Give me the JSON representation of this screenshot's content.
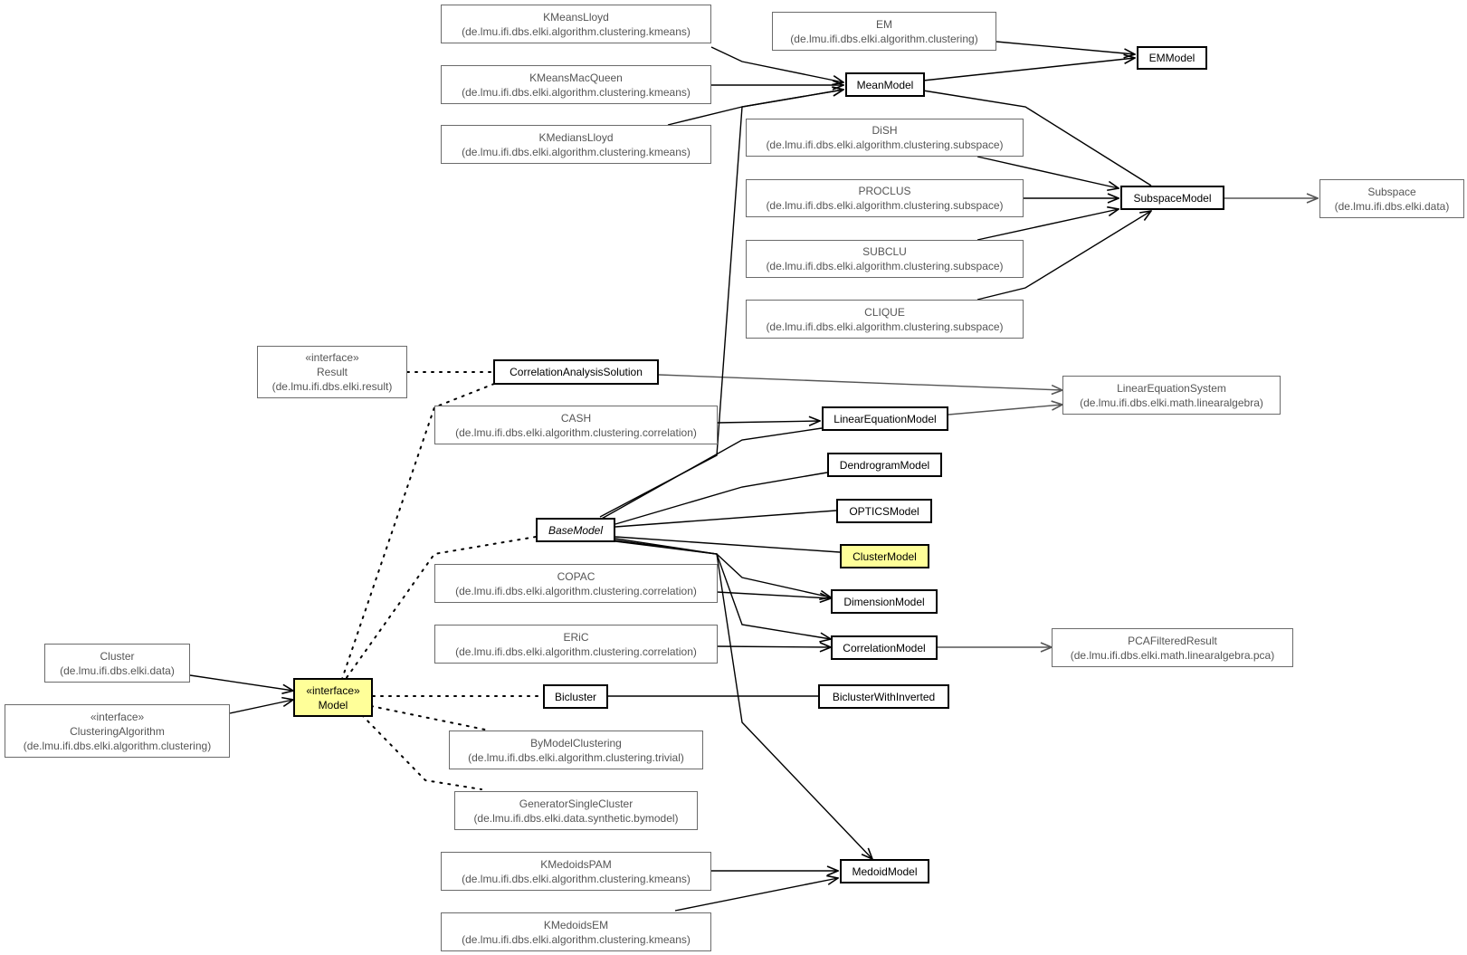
{
  "colors": {
    "highlight": "#ffff99",
    "main_border": "#000000",
    "external_border": "#6b6b6b",
    "external_text": "#555555"
  },
  "nodes": {
    "kmeanslloyd": {
      "stereo": "",
      "name": "KMeansLloyd",
      "pkg": "(de.lmu.ifi.dbs.elki.algorithm.clustering.kmeans)"
    },
    "kmeansmacqueen": {
      "stereo": "",
      "name": "KMeansMacQueen",
      "pkg": "(de.lmu.ifi.dbs.elki.algorithm.clustering.kmeans)"
    },
    "kmedianslloyd": {
      "stereo": "",
      "name": "KMediansLloyd",
      "pkg": "(de.lmu.ifi.dbs.elki.algorithm.clustering.kmeans)"
    },
    "em": {
      "stereo": "",
      "name": "EM",
      "pkg": "(de.lmu.ifi.dbs.elki.algorithm.clustering)"
    },
    "emmodel": {
      "stereo": "",
      "name": "EMModel",
      "pkg": ""
    },
    "meanmodel": {
      "stereo": "",
      "name": "MeanModel",
      "pkg": ""
    },
    "dish": {
      "stereo": "",
      "name": "DiSH",
      "pkg": "(de.lmu.ifi.dbs.elki.algorithm.clustering.subspace)"
    },
    "proclus": {
      "stereo": "",
      "name": "PROCLUS",
      "pkg": "(de.lmu.ifi.dbs.elki.algorithm.clustering.subspace)"
    },
    "subclu": {
      "stereo": "",
      "name": "SUBCLU",
      "pkg": "(de.lmu.ifi.dbs.elki.algorithm.clustering.subspace)"
    },
    "clique": {
      "stereo": "",
      "name": "CLIQUE",
      "pkg": "(de.lmu.ifi.dbs.elki.algorithm.clustering.subspace)"
    },
    "subspacemodel": {
      "stereo": "",
      "name": "SubspaceModel",
      "pkg": ""
    },
    "subspace": {
      "stereo": "",
      "name": "Subspace",
      "pkg": "(de.lmu.ifi.dbs.elki.data)"
    },
    "result": {
      "stereo": "«interface»",
      "name": "Result",
      "pkg": "(de.lmu.ifi.dbs.elki.result)"
    },
    "correlationanalysissolution": {
      "stereo": "",
      "name": "CorrelationAnalysisSolution",
      "pkg": ""
    },
    "linearequationsystem": {
      "stereo": "",
      "name": "LinearEquationSystem",
      "pkg": "(de.lmu.ifi.dbs.elki.math.linearalgebra)"
    },
    "cash": {
      "stereo": "",
      "name": "CASH",
      "pkg": "(de.lmu.ifi.dbs.elki.algorithm.clustering.correlation)"
    },
    "linearequationmodel": {
      "stereo": "",
      "name": "LinearEquationModel",
      "pkg": ""
    },
    "dendrogrammodel": {
      "stereo": "",
      "name": "DendrogramModel",
      "pkg": ""
    },
    "opticsmodel": {
      "stereo": "",
      "name": "OPTICSModel",
      "pkg": ""
    },
    "basemodel": {
      "stereo": "",
      "name": "BaseModel",
      "pkg": ""
    },
    "clustermodel": {
      "stereo": "",
      "name": "ClusterModel",
      "pkg": ""
    },
    "copac": {
      "stereo": "",
      "name": "COPAC",
      "pkg": "(de.lmu.ifi.dbs.elki.algorithm.clustering.correlation)"
    },
    "dimensionmodel": {
      "stereo": "",
      "name": "DimensionModel",
      "pkg": ""
    },
    "eric": {
      "stereo": "",
      "name": "ERiC",
      "pkg": "(de.lmu.ifi.dbs.elki.algorithm.clustering.correlation)"
    },
    "correlationmodel": {
      "stereo": "",
      "name": "CorrelationModel",
      "pkg": ""
    },
    "pcafilteredresult": {
      "stereo": "",
      "name": "PCAFilteredResult",
      "pkg": "(de.lmu.ifi.dbs.elki.math.linearalgebra.pca)"
    },
    "cluster": {
      "stereo": "",
      "name": "Cluster",
      "pkg": "(de.lmu.ifi.dbs.elki.data)"
    },
    "model": {
      "stereo": "«interface»",
      "name": "Model",
      "pkg": ""
    },
    "bicluster": {
      "stereo": "",
      "name": "Bicluster",
      "pkg": ""
    },
    "biclusterwithinverted": {
      "stereo": "",
      "name": "BiclusterWithInverted",
      "pkg": ""
    },
    "clusteringalgorithm": {
      "stereo": "«interface»",
      "name": "ClusteringAlgorithm",
      "pkg": "(de.lmu.ifi.dbs.elki.algorithm.clustering)"
    },
    "bymodelclustering": {
      "stereo": "",
      "name": "ByModelClustering",
      "pkg": "(de.lmu.ifi.dbs.elki.algorithm.clustering.trivial)"
    },
    "generatorsinglecluster": {
      "stereo": "",
      "name": "GeneratorSingleCluster",
      "pkg": "(de.lmu.ifi.dbs.elki.data.synthetic.bymodel)"
    },
    "kmedoidspam": {
      "stereo": "",
      "name": "KMedoidsPAM",
      "pkg": "(de.lmu.ifi.dbs.elki.algorithm.clustering.kmeans)"
    },
    "kmedoidsem": {
      "stereo": "",
      "name": "KMedoidsEM",
      "pkg": "(de.lmu.ifi.dbs.elki.algorithm.clustering.kmeans)"
    },
    "medoidmodel": {
      "stereo": "",
      "name": "MedoidModel",
      "pkg": ""
    }
  }
}
